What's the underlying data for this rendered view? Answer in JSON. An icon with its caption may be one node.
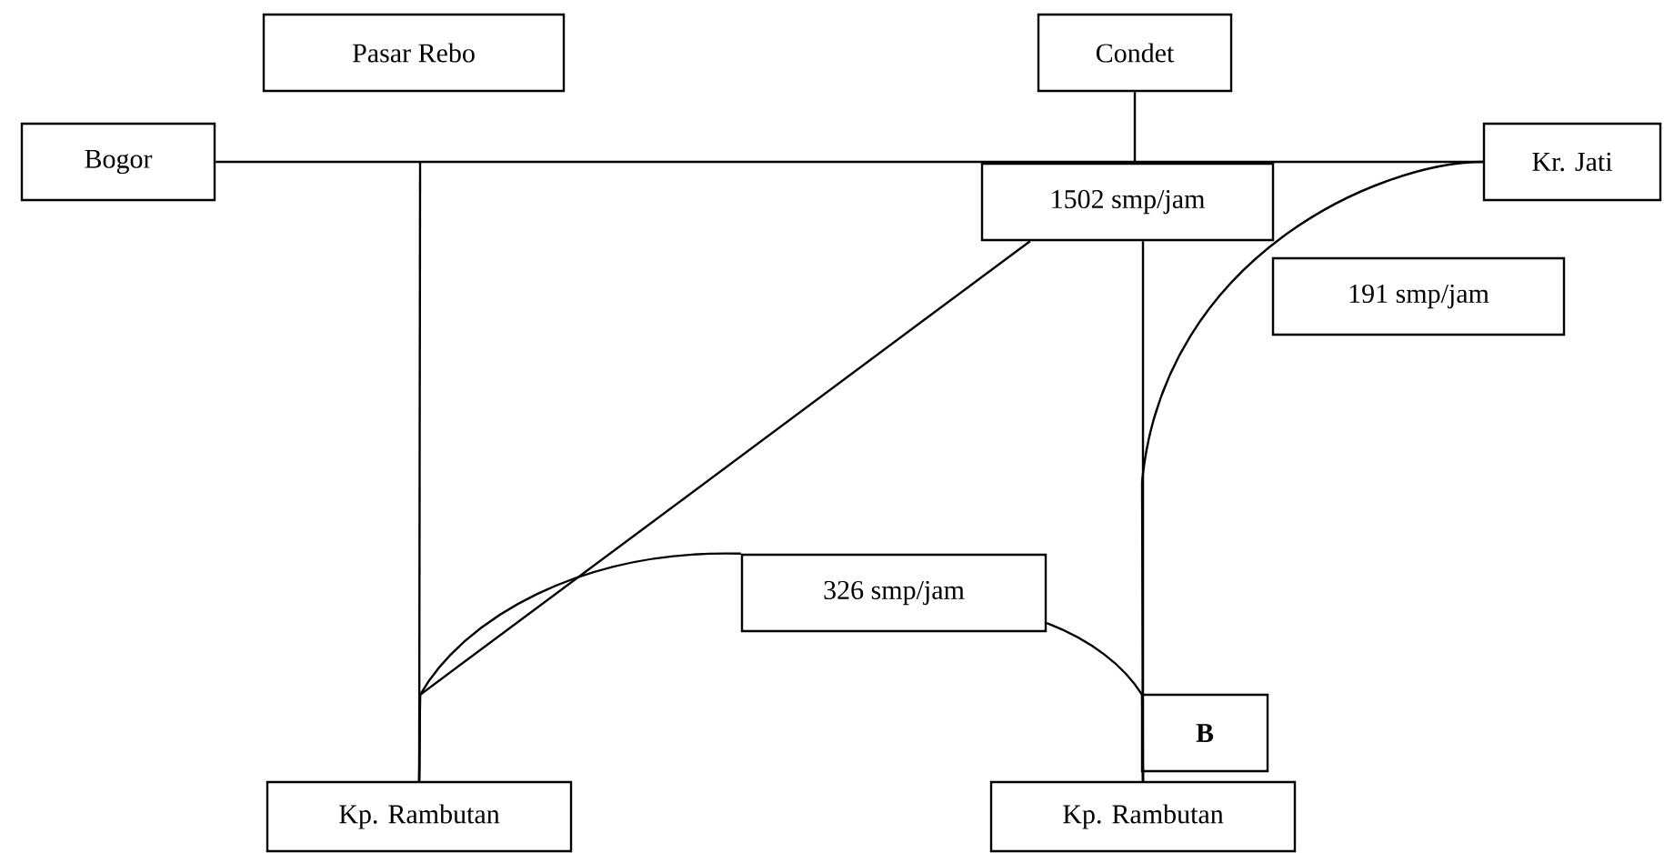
{
  "diagram": {
    "nodes": [
      {
        "text": [
          "Pasar Rebo"
        ]
      },
      {
        "text": [
          "Condet"
        ]
      },
      {
        "text": [
          "Bogor"
        ]
      },
      {
        "text": [
          "Kr. Jati"
        ]
      },
      {
        "text": [
          "1502 smp/jam"
        ]
      },
      {
        "text": [
          "191 smp/jam"
        ]
      },
      {
        "text": [
          "326 smp/jam"
        ]
      },
      {
        "text": [
          "B"
        ]
      },
      {
        "text": [
          "Kp. Rambutan"
        ]
      },
      {
        "text": [
          "Kp. Rambutan"
        ]
      }
    ],
    "edges": [
      {
        "from": 2,
        "to": 3,
        "arrow": "none"
      },
      {
        "from": 1,
        "to": 4,
        "arrow": "none"
      },
      {
        "from": 4,
        "to": 9,
        "arrow": "none"
      },
      {
        "from": null,
        "to": 8,
        "arrow": "none"
      },
      {
        "from": 4,
        "to": 8,
        "arrow": "none"
      },
      {
        "from": 3,
        "to": 9,
        "arrow": "none"
      },
      {
        "from": 6,
        "to": 8,
        "arrow": "none"
      },
      {
        "from": 6,
        "to": 9,
        "arrow": "none"
      }
    ]
  }
}
